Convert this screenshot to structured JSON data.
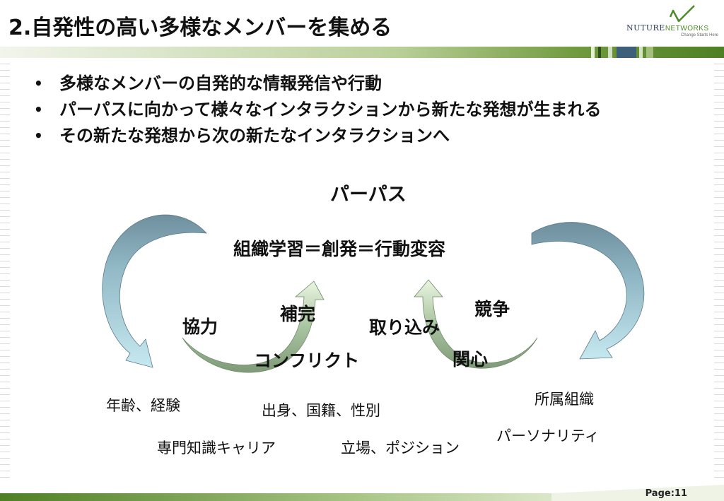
{
  "slide": {
    "title": "2.自発性の高い多様なメンバーを集める",
    "logo": {
      "name": "NUTURE NETWORKS",
      "name_part1": "NUTURE",
      "name_part2": "NETWORKS",
      "tagline": "Change Starts Here"
    },
    "bullets": [
      "多様なメンバーの自発的な情報発信や行動",
      "パーパスに向かって様々なインタラクションから新たな発想が生まれる",
      "その新たな発想から次の新たなインタラクションへ"
    ],
    "bullet_symbol": "•",
    "page": "Page:11"
  },
  "diagram": {
    "purpose": "パーパス",
    "org_learning": "組織学習＝創発＝行動変容",
    "left_cycle": {
      "kyoryoku": "協力",
      "hokan": "補完",
      "conflict": "コンフリクト"
    },
    "right_cycle": {
      "torikomi": "取り込み",
      "kyoso": "競争",
      "kanshin": "関心"
    },
    "attributes": {
      "age": "年齢、経験",
      "origin": "出身、国籍、性別",
      "affiliation": "所属組織",
      "career": "専門知識キャリア",
      "position": "立場、ポジション",
      "personality": "パーソナリティ"
    }
  },
  "colors": {
    "arrow_blue_dark": "#6e8fa0",
    "arrow_blue_light": "#c3e5ee",
    "arrow_green_dark": "#7f9a78",
    "arrow_green_light": "#e6f3dc",
    "header_green": "#5c8a2d"
  }
}
